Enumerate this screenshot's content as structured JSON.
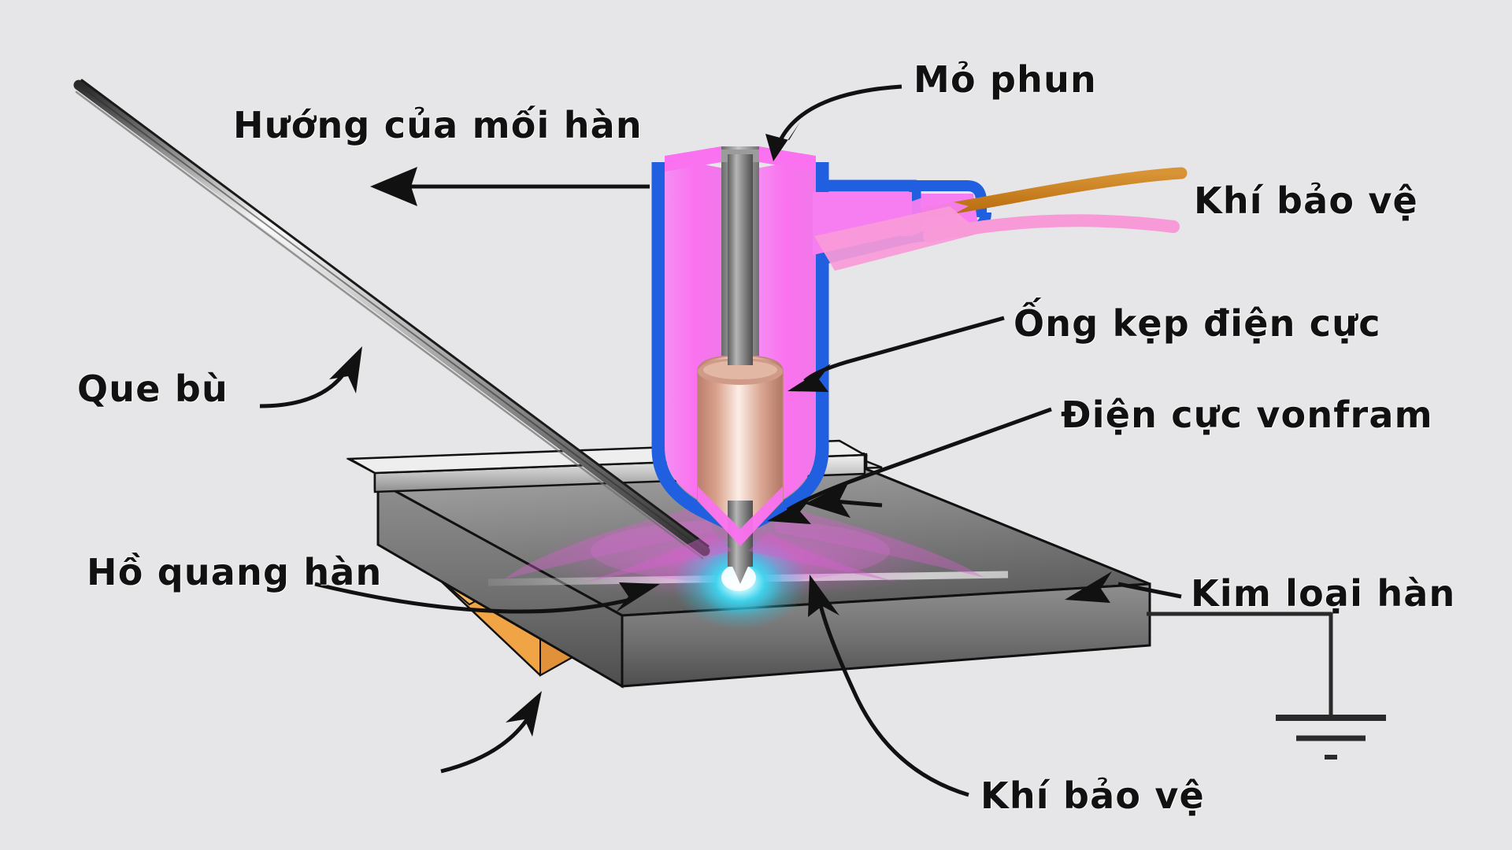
{
  "diagram": {
    "title": "TIG welding process diagram",
    "background_color": "#e6e6e8",
    "labels": {
      "direction": "Hướng của mối hàn",
      "nozzle": "Mỏ phun",
      "shield_gas_top": "Khí bảo vệ",
      "collet_body": "Ống kẹp điện cực",
      "tungsten_electrode": "Điện cực vonfram",
      "filler_rod": "Que bù",
      "welding_arc": "Hồ quang hàn",
      "base_metal": "Kim loại hàn",
      "shield_gas_bottom": "Khí bảo vệ"
    },
    "colors": {
      "nozzle_outline": "#1f5fe0",
      "nozzle_body": "#f77ef0",
      "gas_hose": "#f99ad8",
      "power_cable": "#c8791a",
      "collet_copper": "#d9a294",
      "electrode_gray": "#8a8a8a",
      "arc_core": "#2fd8f0",
      "gas_cloud": "#d95fd0",
      "plate_metal": "#9a9a9a",
      "backing_strip": "#f0a446",
      "leader_line": "#111111"
    },
    "parts": [
      {
        "name": "filler-rod",
        "label": "Que bù"
      },
      {
        "name": "torch-nozzle",
        "label": "Mỏ phun"
      },
      {
        "name": "collet-body",
        "label": "Ống kẹp điện cực"
      },
      {
        "name": "tungsten-electrode",
        "label": "Điện cực vonfram"
      },
      {
        "name": "shielding-gas-hose",
        "label": "Khí bảo vệ"
      },
      {
        "name": "welding-arc",
        "label": "Hồ quang hàn"
      },
      {
        "name": "base-metal-plate",
        "label": "Kim loại hàn"
      },
      {
        "name": "shielding-gas-flow",
        "label": "Khí bảo vệ"
      },
      {
        "name": "ground-symbol",
        "label": ""
      }
    ]
  }
}
